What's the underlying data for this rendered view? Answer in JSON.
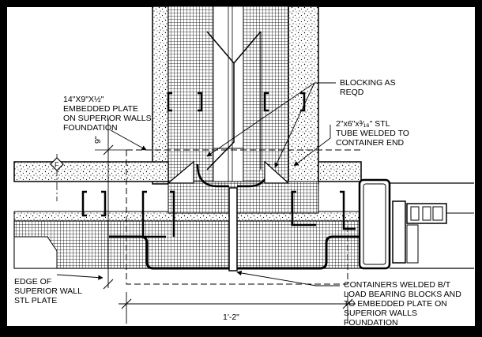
{
  "drawing": {
    "labels": {
      "embedded_plate": [
        "14\"X9\"X½\"",
        "EMBEDDED PLATE",
        "ON SUPERIOR WALLS",
        "FOUNDATION"
      ],
      "blocking": [
        "BLOCKING AS",
        "REQD"
      ],
      "stl_tube": [
        "2\"x6\"x³⁄₁₆\" STL",
        "TUBE WELDED TO",
        "CONTAINER END"
      ],
      "edge_plate": [
        "EDGE OF",
        "SUPERIOR WALL",
        "STL PLATE"
      ],
      "containers_welded": [
        "CONTAINERS WELDED B/T",
        "LOAD BEARING BLOCKS AND",
        "TO EMBEDDED PLATE ON",
        "SUPERIOR WALLS",
        "FOUNDATION"
      ]
    },
    "dimensions": {
      "width": "1'-2\"",
      "height": "9\""
    },
    "grid_marker": "F"
  }
}
